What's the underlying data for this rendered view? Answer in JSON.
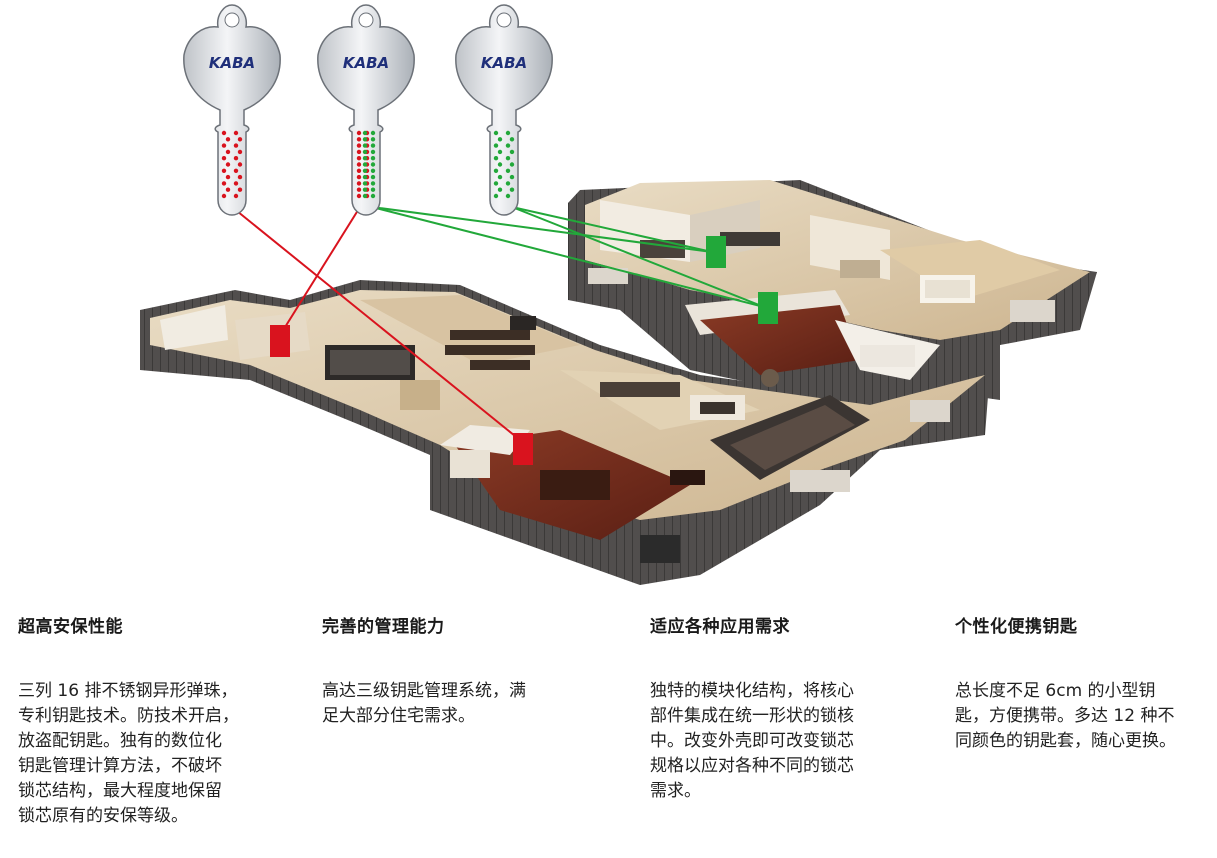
{
  "keys": [
    {
      "brand": "KABA",
      "pin_colors": [
        "red"
      ]
    },
    {
      "brand": "KABA",
      "pin_colors": [
        "red",
        "green"
      ]
    },
    {
      "brand": "KABA",
      "pin_colors": [
        "green"
      ]
    }
  ],
  "marker_colors": {
    "red": "#d9131e",
    "green": "#22a83a",
    "brand_blue": "#1f2f7a"
  },
  "features": [
    {
      "title": "超高安保性能",
      "body": "三列 16 排不锈钢异形弹珠，\n专利钥匙技术。防技术开启，\n放盗配钥匙。独有的数位化\n钥匙管理计算方法，不破坏\n锁芯结构，最大程度地保留\n锁芯原有的安保等级。"
    },
    {
      "title": "完善的管理能力",
      "body": "高达三级钥匙管理系统，满\n足大部分住宅需求。"
    },
    {
      "title": "适应各种应用需求",
      "body": "独特的模块化结构，将核心\n部件集成在统一形状的锁核\n中。改变外壳即可改变锁芯\n规格以应对各种不同的锁芯\n需求。"
    },
    {
      "title": "个性化便携钥匙",
      "body": "总长度不足 6cm 的小型钥\n匙，方便携带。多达 12 种不\n同颜色的钥匙套，随心更换。"
    }
  ]
}
